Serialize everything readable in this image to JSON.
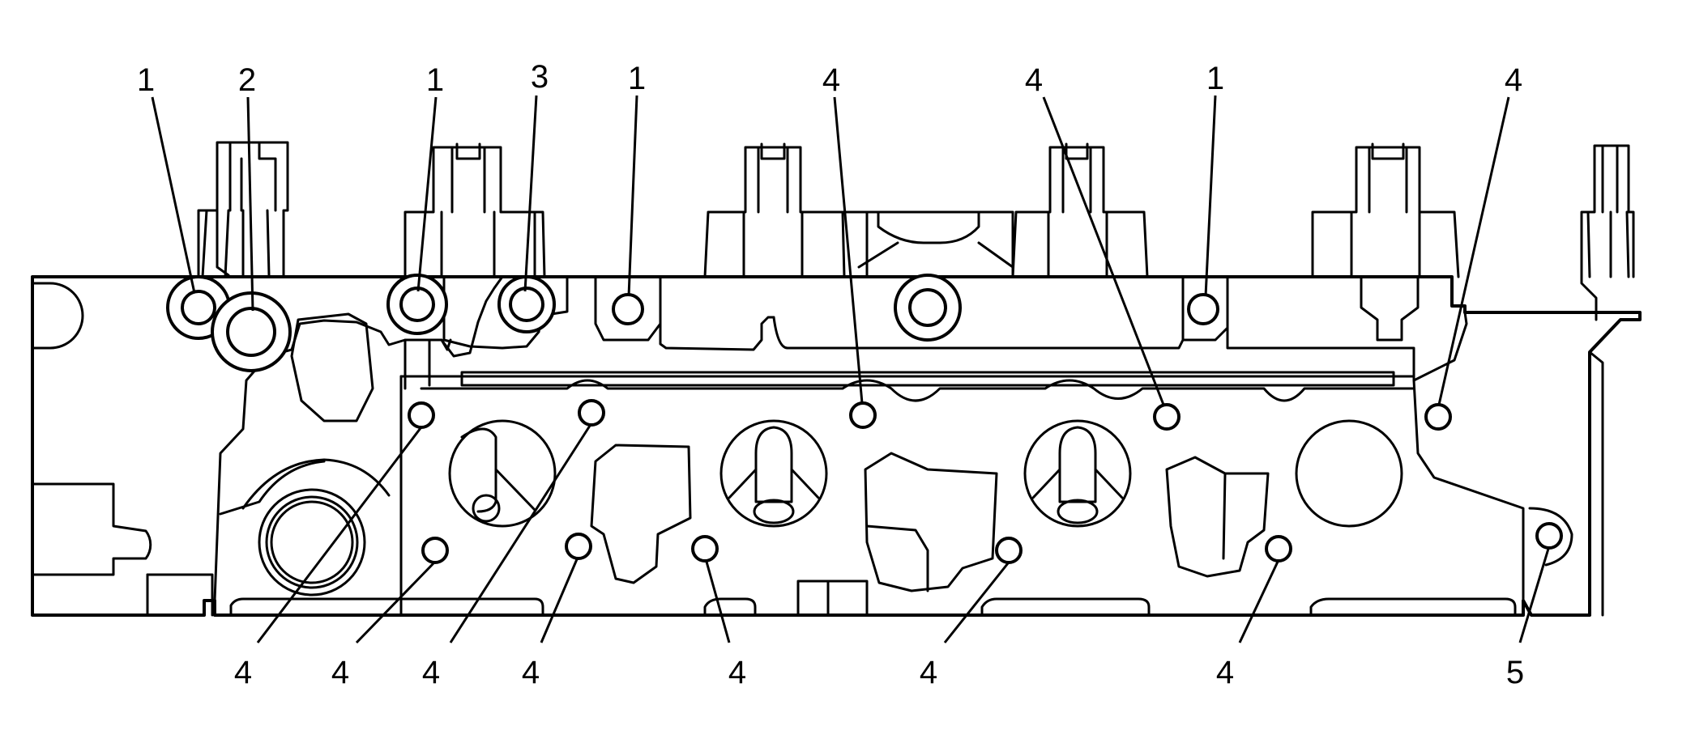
{
  "callouts": {
    "c1": "1",
    "c2": "2",
    "c3": "1",
    "c4": "3",
    "c5": "1",
    "c6": "4",
    "c7": "4",
    "c8": "1",
    "c9": "4",
    "c10": "4",
    "c11": "4",
    "c12": "4",
    "c13": "4",
    "c14": "4",
    "c15": "4",
    "c16": "4",
    "c17": "5"
  }
}
